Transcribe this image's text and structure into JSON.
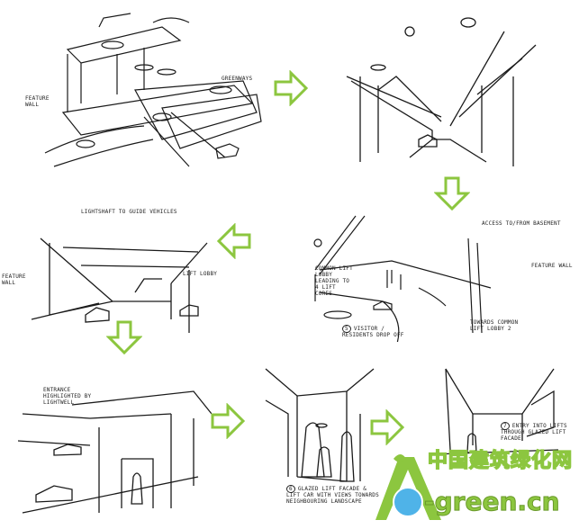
{
  "colors": {
    "arrow": "#8cc63f",
    "ink": "#1a1a1a",
    "watermark_green": "#8cc63f",
    "watermark_blue": "#4fb3e8"
  },
  "panels": [
    {
      "id": 1,
      "labels": [
        "Feature wall",
        "Greenways"
      ]
    },
    {
      "id": 2,
      "labels": []
    },
    {
      "id": 3,
      "labels": [
        "Lightshaft to guide vehicles",
        "Feature wall",
        "Lift lobby"
      ]
    },
    {
      "id": 4,
      "labels": [
        "Access to/from basement",
        "Common lift lobby leading to 4 lift cores",
        "Feature wall",
        "Towards common lift lobby 2",
        "Visitor / residents drop off"
      ],
      "number": "5"
    },
    {
      "id": 5,
      "labels": [
        "Entrance highlighted by lightwell"
      ]
    },
    {
      "id": 6,
      "labels": [
        "Glazed lift facade & lift car with views towards neighbouring landscape"
      ],
      "number": "6"
    },
    {
      "id": 7,
      "labels": [
        "Entry into lifts through glazed lift facade"
      ],
      "number": "7"
    }
  ],
  "watermark": {
    "cn": "中国建筑绿化网",
    "en": "-green.cn"
  }
}
